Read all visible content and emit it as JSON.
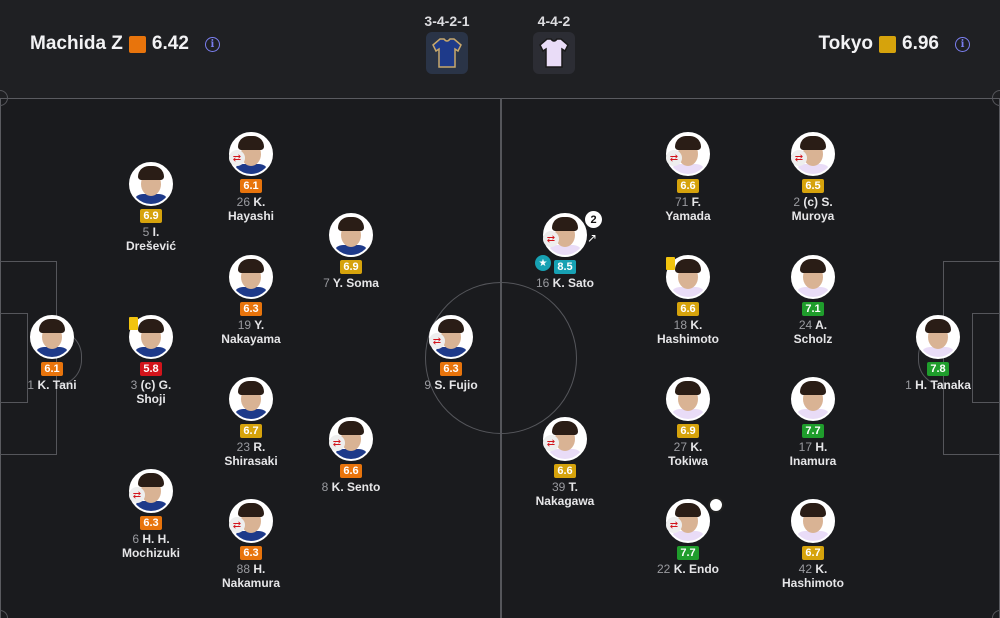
{
  "header": {
    "home": {
      "name": "Machida Z",
      "rating": "6.42",
      "color": "#e8740c"
    },
    "away": {
      "name": "Tokyo",
      "rating": "6.96",
      "color": "#d6a30c"
    },
    "home_formation": "3-4-2-1",
    "away_formation": "4-4-2",
    "info_symbol": "i"
  },
  "players": [
    {
      "id": "tani",
      "num": "1",
      "name": "K. Tani",
      "name2": "",
      "rating": "6.1",
      "color": "orange"
    },
    {
      "id": "dresevic",
      "num": "5",
      "name": "I.",
      "name2": "Drešević",
      "rating": "6.9",
      "color": "yellow"
    },
    {
      "id": "shoji",
      "num": "3",
      "name": "(c) G.",
      "name2": "Shoji",
      "rating": "5.8",
      "color": "red"
    },
    {
      "id": "mochizuki",
      "num": "6",
      "name": "H. H.",
      "name2": "Mochizuki",
      "rating": "6.3",
      "color": "orange"
    },
    {
      "id": "hayashi",
      "num": "26",
      "name": "K.",
      "name2": "Hayashi",
      "rating": "6.1",
      "color": "orange"
    },
    {
      "id": "nakayama",
      "num": "19",
      "name": "Y.",
      "name2": "Nakayama",
      "rating": "6.3",
      "color": "orange"
    },
    {
      "id": "shirasaki",
      "num": "23",
      "name": "R.",
      "name2": "Shirasaki",
      "rating": "6.7",
      "color": "yellow"
    },
    {
      "id": "nakamura",
      "num": "88",
      "name": "H.",
      "name2": "Nakamura",
      "rating": "6.3",
      "color": "orange"
    },
    {
      "id": "soma",
      "num": "7",
      "name": "Y. Soma",
      "name2": "",
      "rating": "6.9",
      "color": "yellow"
    },
    {
      "id": "sento",
      "num": "8",
      "name": "K. Sento",
      "name2": "",
      "rating": "6.6",
      "color": "orange"
    },
    {
      "id": "fujio",
      "num": "9",
      "name": "S. Fujio",
      "name2": "",
      "rating": "6.3",
      "color": "orange"
    },
    {
      "id": "sato",
      "num": "16",
      "name": "K. Sato",
      "name2": "",
      "rating": "8.5",
      "color": "teal"
    },
    {
      "id": "nakagawa",
      "num": "39",
      "name": "T.",
      "name2": "Nakagawa",
      "rating": "6.6",
      "color": "yellow"
    },
    {
      "id": "yamada",
      "num": "71",
      "name": "F.",
      "name2": "Yamada",
      "rating": "6.6",
      "color": "yellow"
    },
    {
      "id": "hashimoto18",
      "num": "18",
      "name": "K.",
      "name2": "Hashimoto",
      "rating": "6.6",
      "color": "yellow"
    },
    {
      "id": "tokiwa",
      "num": "27",
      "name": "K.",
      "name2": "Tokiwa",
      "rating": "6.9",
      "color": "yellow"
    },
    {
      "id": "endo",
      "num": "22",
      "name": "K. Endo",
      "name2": "",
      "rating": "7.7",
      "color": "green"
    },
    {
      "id": "muroya",
      "num": "2",
      "name": "(c) S.",
      "name2": "Muroya",
      "rating": "6.5",
      "color": "yellow"
    },
    {
      "id": "scholz",
      "num": "24",
      "name": "A.",
      "name2": "Scholz",
      "rating": "7.1",
      "color": "green"
    },
    {
      "id": "inamura",
      "num": "17",
      "name": "H.",
      "name2": "Inamura",
      "rating": "7.7",
      "color": "green"
    },
    {
      "id": "hashimoto42",
      "num": "42",
      "name": "K.",
      "name2": "Hashimoto",
      "rating": "6.7",
      "color": "yellow"
    },
    {
      "id": "tanaka",
      "num": "1",
      "name": "H. Tanaka",
      "name2": "",
      "rating": "7.8",
      "color": "green"
    }
  ],
  "badges": {
    "sub_symbol": "⇄",
    "goal_count": "2",
    "star_symbol": "★",
    "assist_symbol": "↗"
  },
  "colors": {
    "orange": "#e8740c",
    "yellow": "#d6a30c",
    "green": "#1f9d2c",
    "red": "#d2141b",
    "teal": "#17a1b3",
    "home_kit": "#1e3a8a",
    "away_kit": "#e9dcf7"
  }
}
